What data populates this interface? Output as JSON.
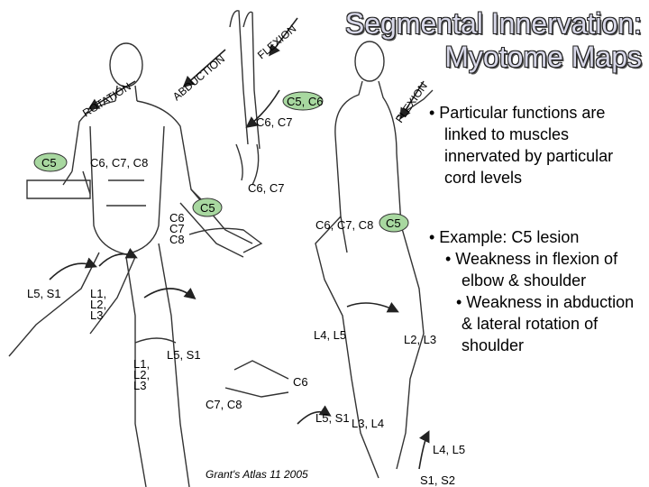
{
  "title": {
    "line1": "Segmental Innervation:",
    "line2": "Myotome Maps"
  },
  "bullets": [
    {
      "text_lines": [
        "• Particular functions are",
        "linked to muscles",
        "innervated by particular",
        "cord levels"
      ]
    },
    {
      "text_lines": [
        "• Example: C5 lesion"
      ]
    },
    {
      "text_lines": [
        "• Weakness in flexion of",
        "elbow & shoulder"
      ]
    },
    {
      "text_lines": [
        "• Weakness in abduction",
        "& lateral rotation of",
        "shoulder"
      ]
    }
  ],
  "caption": "Grant's Atlas 11 2005",
  "movement_labels": {
    "flexion_top": "FLEXION",
    "abduction": "ABDUCTION",
    "rotation": "ROTATION",
    "flexion_right": "FLEXION"
  },
  "segment_labels": {
    "c5_c6_upper": "C5, C6",
    "c6_c7_upper": "C6, C7",
    "c5_left": "C5",
    "c6_c7_c8": "C6, C7, C8",
    "c6_c7_mid": "C6, C7",
    "c5_mid": "C5",
    "c6": "C6",
    "c7": "C7",
    "c8": "C8",
    "c6_c7_c8_right": "C6, C7, C8",
    "c5_right": "C5",
    "l5_s1_left": "L5, S1",
    "l1": "L1,",
    "l2": "L2,",
    "l3": "L3",
    "l5_s1_mid": "L5, S1",
    "l1b": "L1,",
    "l2b": "L2,",
    "l3b": "L3",
    "c6_hand": "C6",
    "c7_c8_hand": "C7, C8",
    "l4_l5_right": "L4, L5",
    "l2_l3_right": "L2, L3",
    "l5_s1_foot": "L5, S1",
    "l3_l4_foot": "L3, L4",
    "l4_l5_foot": "L4, L5",
    "s1_s2_foot": "S1, S2"
  },
  "colors": {
    "highlight": "#a8d8a0",
    "title": "#d8d8e8"
  }
}
